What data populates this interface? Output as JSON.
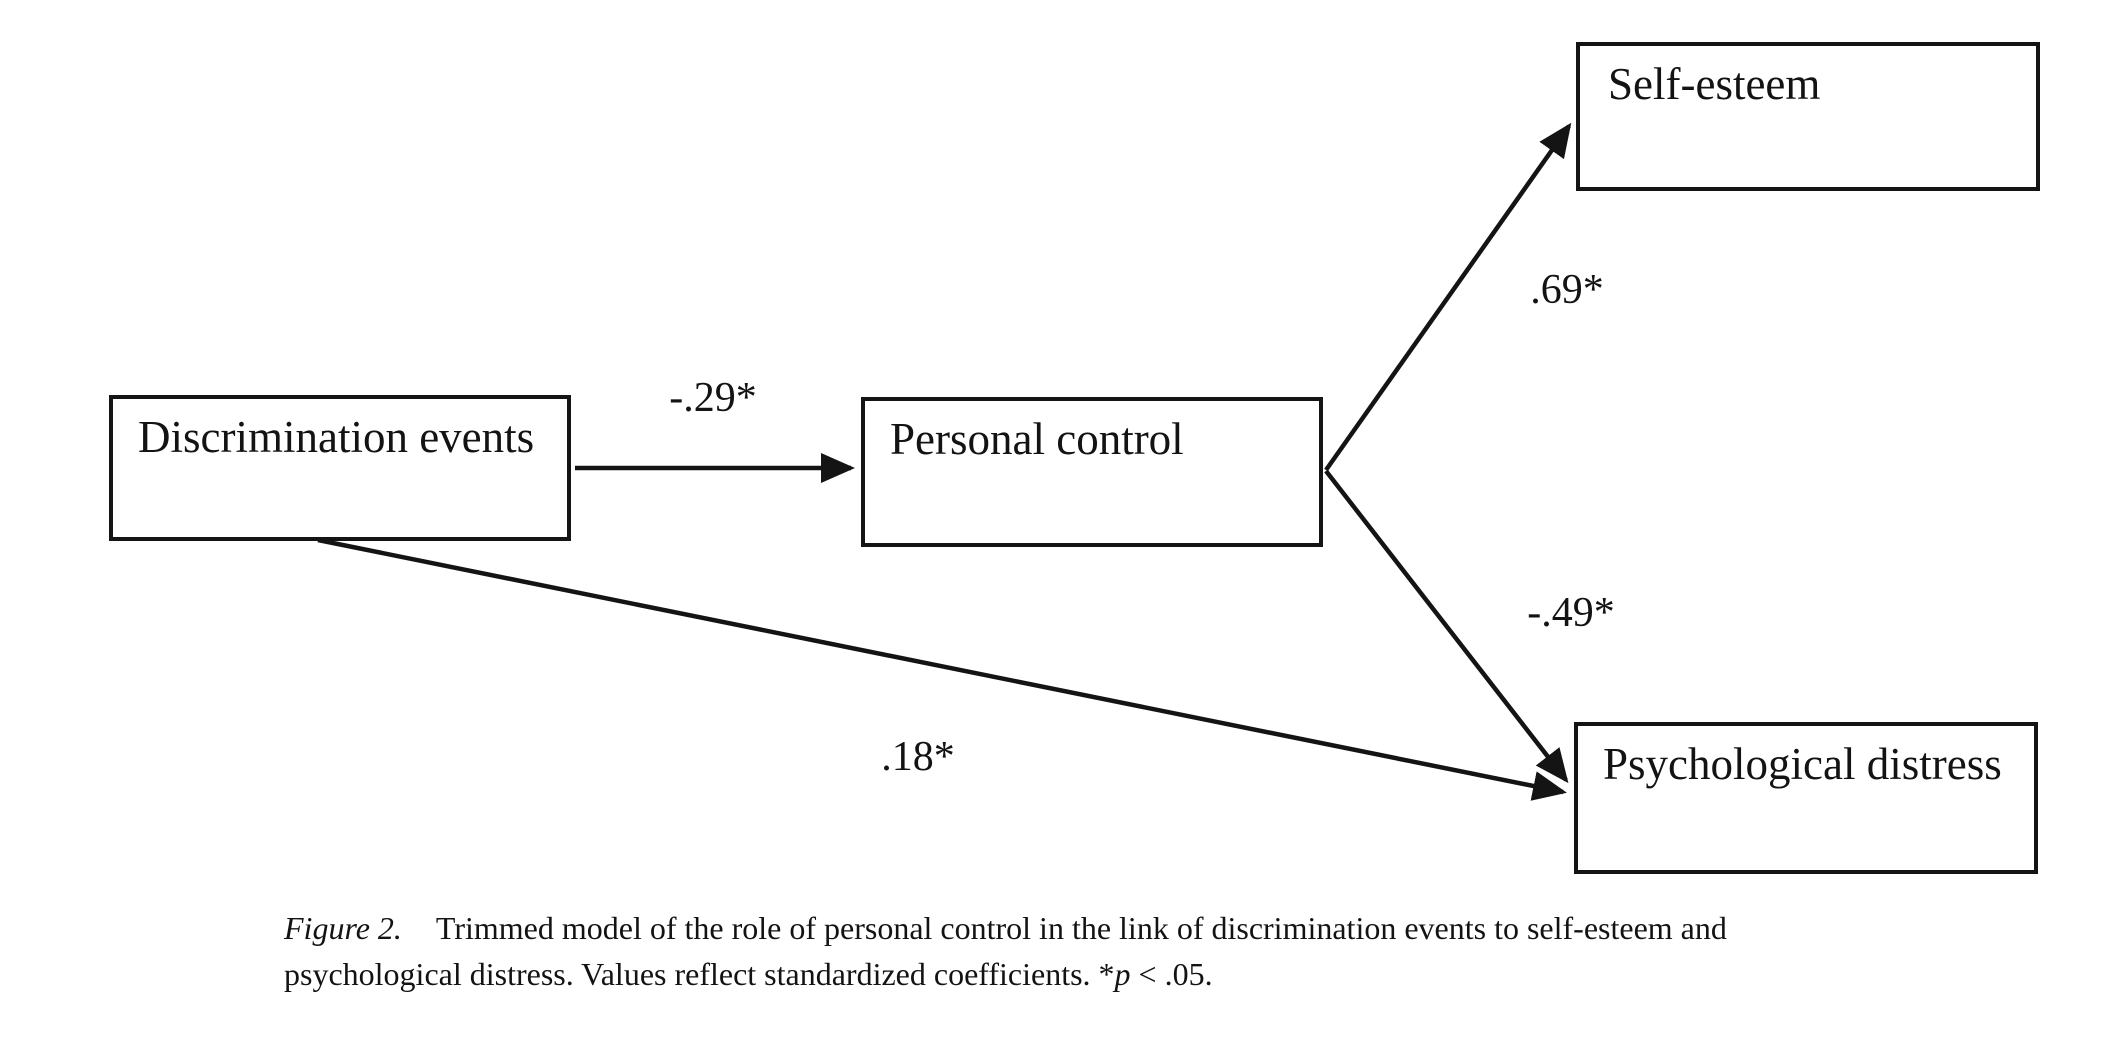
{
  "figure": {
    "nodes": [
      {
        "id": "discrimination-events",
        "label": "Discrimination events"
      },
      {
        "id": "personal-control",
        "label": "Personal control"
      },
      {
        "id": "self-esteem",
        "label": "Self-esteem"
      },
      {
        "id": "psychological-distress",
        "label": "Psychological distress"
      }
    ],
    "paths": [
      {
        "from": "discrimination-events",
        "to": "personal-control",
        "coefficient": "-.29*"
      },
      {
        "from": "personal-control",
        "to": "self-esteem",
        "coefficient": ".69*"
      },
      {
        "from": "personal-control",
        "to": "psychological-distress",
        "coefficient": "-.49*"
      },
      {
        "from": "discrimination-events",
        "to": "psychological-distress",
        "coefficient": ".18*"
      }
    ],
    "caption": {
      "figure_label": "Figure 2.",
      "line1_text": "Trimmed model of the role of personal control in the link of discrimination events to self-esteem and",
      "line2_prefix": "psychological distress. Values reflect standardized coefficients. *",
      "line2_p": "p",
      "line2_suffix": " < .05."
    },
    "colors": {
      "ink": "#141414",
      "background": "#ffffff"
    }
  }
}
